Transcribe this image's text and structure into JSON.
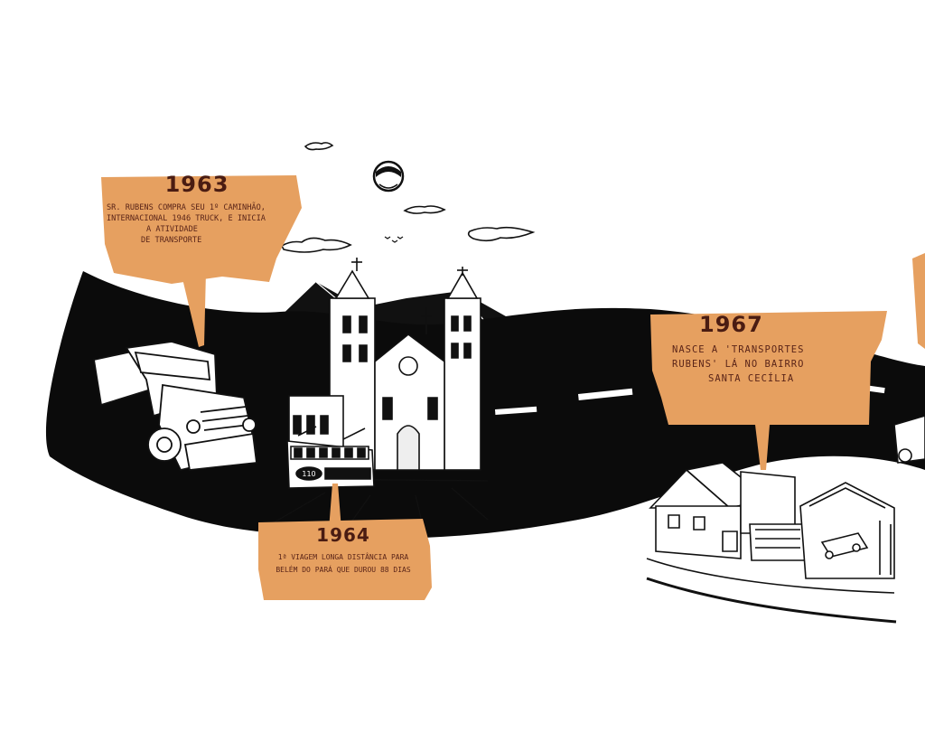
{
  "colors": {
    "road": "#0b0b0b",
    "card": "#e6a060",
    "card_text": "#5a2418",
    "ink": "#111111",
    "background": "#ffffff"
  },
  "milestones": [
    {
      "year": "1963",
      "lines": [
        "Sr. Rubens compra seu 1º caminhão,",
        "internacional 1946 truck, e inicia",
        "a atividade",
        "de transporte"
      ]
    },
    {
      "year": "1964",
      "lines": [
        "1ª viagem longa distância para",
        "Belém do Pará que durou 88 dias"
      ]
    },
    {
      "year": "1967",
      "lines": [
        "Nasce a 'Transportes",
        "Rubens' lá no bairro",
        "Santa Cecília"
      ]
    }
  ],
  "illustrations": [
    "vintage-truck-icon",
    "church-icon",
    "tram-icon",
    "house-icon",
    "garage-icon",
    "moon-icon",
    "cloud-icon",
    "bird-icon"
  ],
  "tram_label": "110"
}
